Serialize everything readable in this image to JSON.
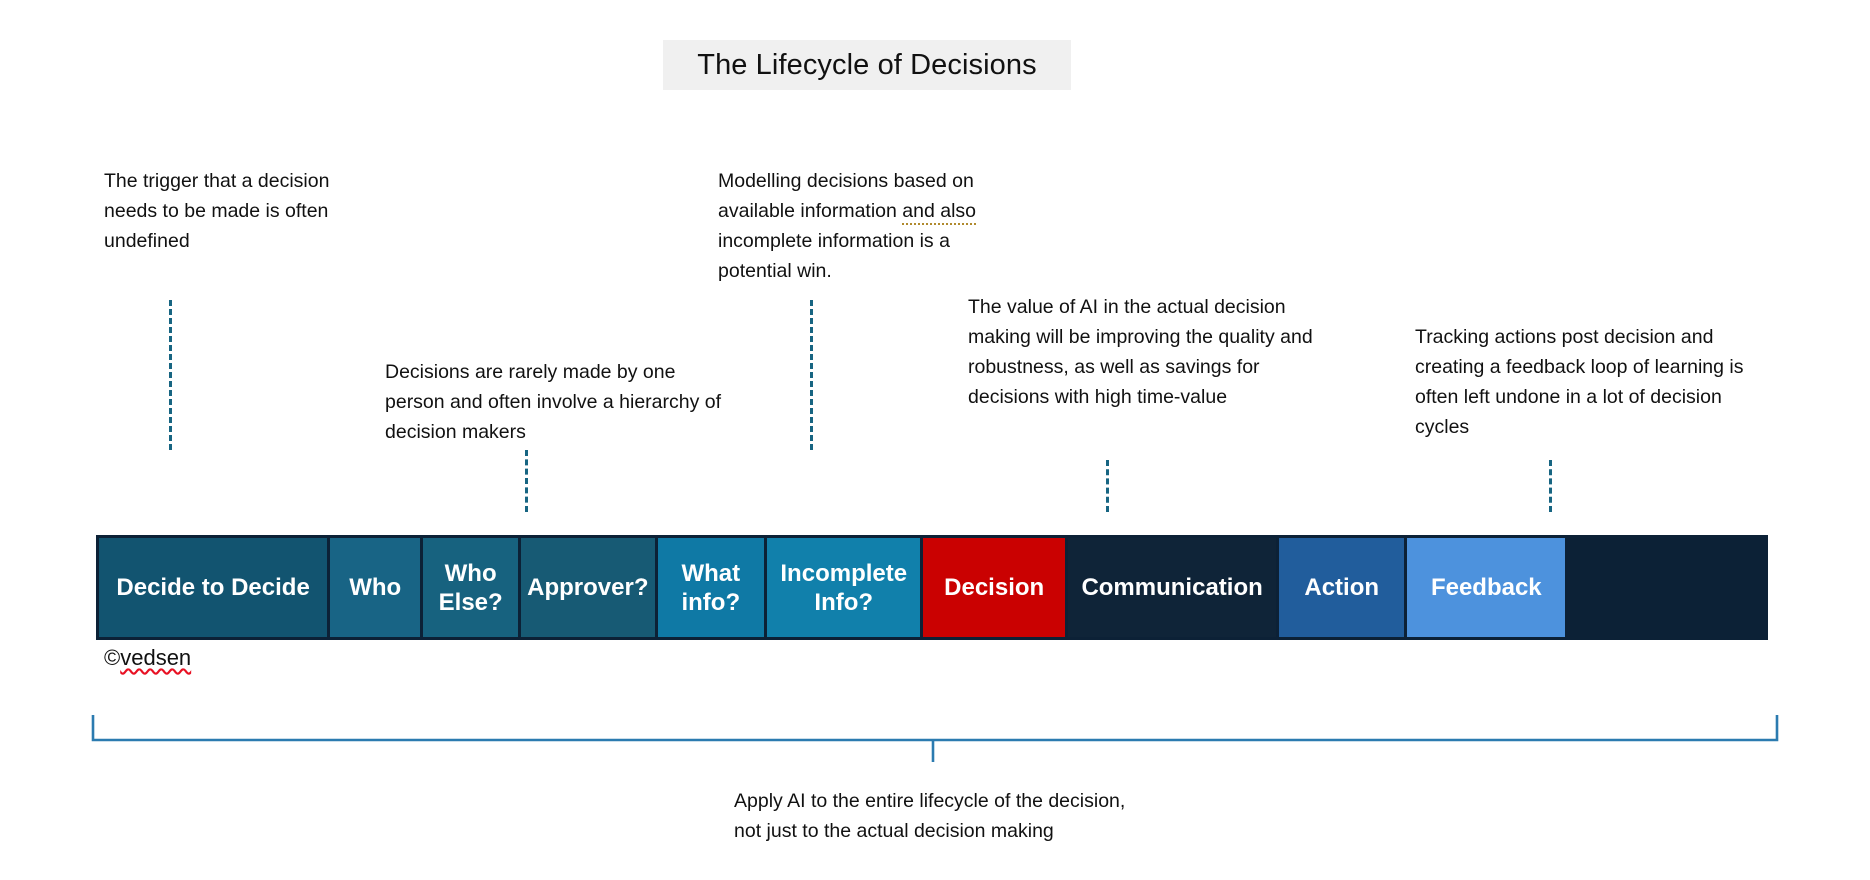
{
  "title": {
    "text": "The Lifecycle of Decisions",
    "banner_bg": "#f0f0f0"
  },
  "callouts": [
    {
      "id": "trigger",
      "text": "The trigger that a\ndecision needs to be\nmade is often\nundefined",
      "points_to": "Decide to Decide"
    },
    {
      "id": "hierarchy",
      "text": "Decisions are rarely made by one\nperson and often involve a\nhierarchy of decision makers",
      "points_to": "Who Else?"
    },
    {
      "id": "modelling",
      "text_before": "Modelling decisions based on\navailable information ",
      "grammar_flag": "and also",
      "text_after": "\nincomplete information is a\npotential win.",
      "points_to": "What info?"
    },
    {
      "id": "value-of-ai",
      "text": "The value of AI in the actual\ndecision making will be improving\nthe quality and robustness, as\nwell as savings for decisions with\nhigh time-value",
      "points_to": "Decision"
    },
    {
      "id": "tracking",
      "text": "Tracking actions post decision and\ncreating a feedback loop of\nlearning is often left undone in a\nlot of decision cycles",
      "points_to": "Feedback"
    }
  ],
  "leader_line_color": "#176582",
  "phases": [
    {
      "label": "Decide to Decide",
      "color": "#125470",
      "width_pct": 13.7
    },
    {
      "label": "Who",
      "color": "#186485",
      "width_pct": 5.4
    },
    {
      "label": "Who\nElse?",
      "color": "#17627f",
      "width_pct": 5.7
    },
    {
      "label": "Approver?",
      "color": "#175a74",
      "width_pct": 8.0
    },
    {
      "label": "What\ninfo?",
      "color": "#0f79a5",
      "width_pct": 6.4
    },
    {
      "label": "Incomplete\nInfo?",
      "color": "#1180ab",
      "width_pct": 9.2
    },
    {
      "label": "Decision",
      "color": "#ca0101",
      "width_pct": 8.5
    },
    {
      "label": "Communication",
      "color": "#0f2438",
      "width_pct": 12.5
    },
    {
      "label": "Action",
      "color": "#215d9c",
      "width_pct": 7.5
    },
    {
      "label": "Feedback",
      "color": "#4d92dd",
      "width_pct": 9.5
    }
  ],
  "bar_border_color": "#0c2136",
  "copyright": {
    "symbol": "©",
    "name": "vedsen"
  },
  "bracket": {
    "color": "#2b7bb0",
    "caption": "Apply AI to the entire lifecycle of the decision,\nnot just to the actual decision making"
  }
}
